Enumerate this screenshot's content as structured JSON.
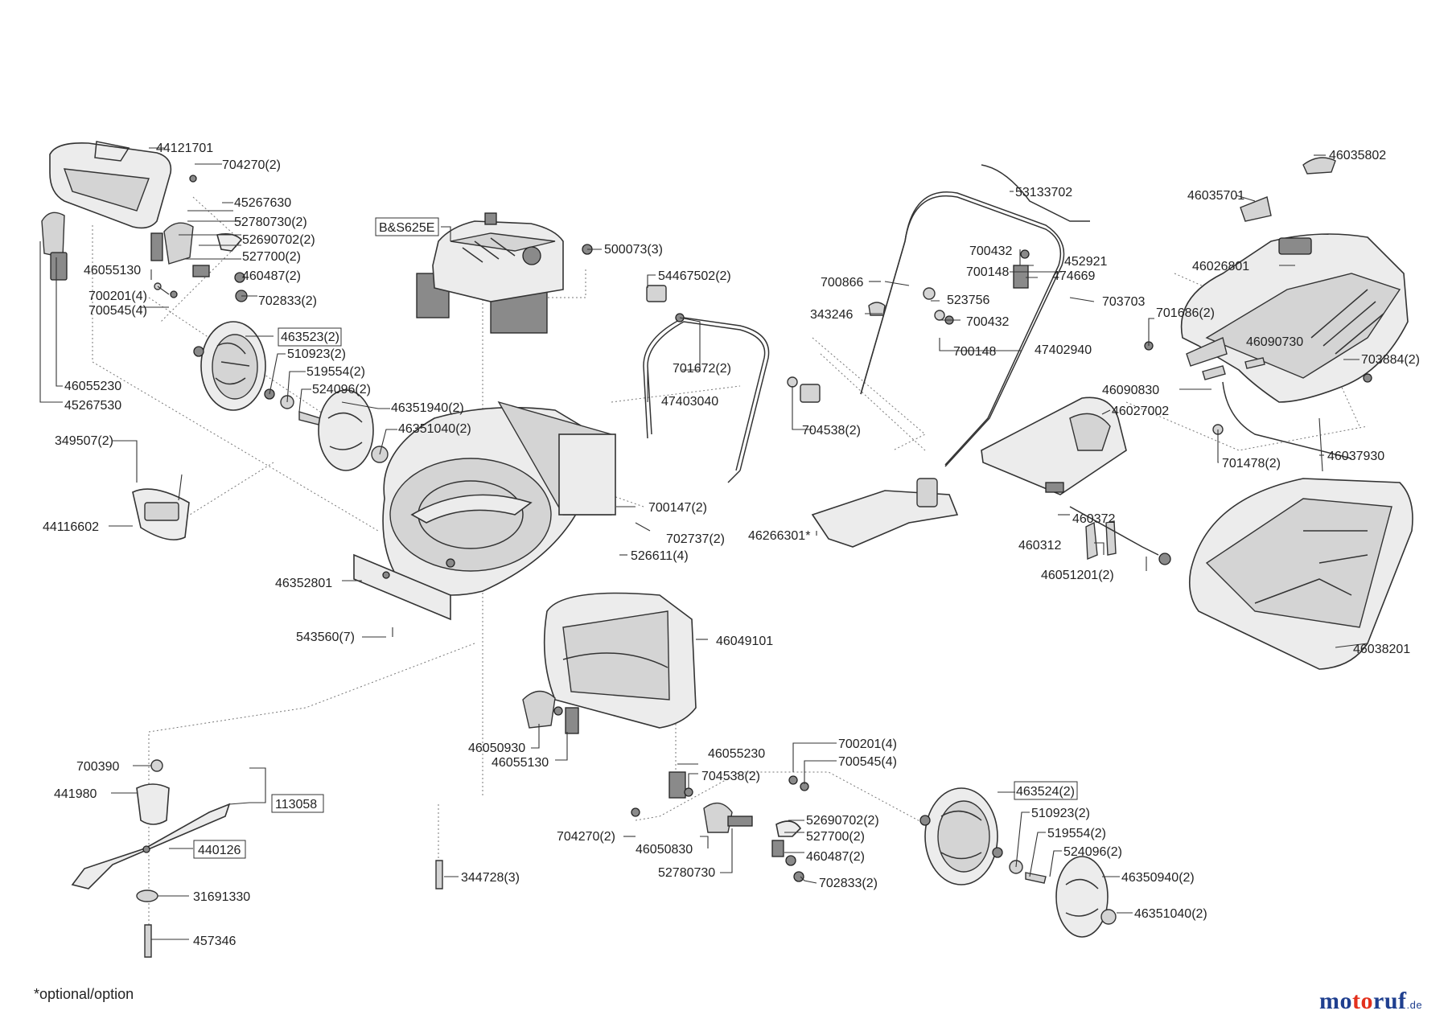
{
  "footnote": "*optional/option",
  "logo": {
    "text": "motoruf",
    "suffix": ".de",
    "colors": {
      "mo": "#1f3f8f",
      "to": "#e3301c",
      "ruf": "#1f3f8f"
    }
  },
  "parts": {
    "p44121701": "44121701",
    "p704270_2_a": "704270(2)",
    "p45267630": "45267630",
    "p52780730_2": "52780730(2)",
    "p52690702_2_a": "52690702(2)",
    "p527700_2_a": "527700(2)",
    "p460487_2_a": "460487(2)",
    "p46055130_a": "46055130",
    "p700201_4_a": "700201(4)",
    "p700545_4_a": "700545(4)",
    "p702833_2_a": "702833(2)",
    "p463523_2": "463523(2)",
    "p510923_2_a": "510923(2)",
    "p519554_2_a": "519554(2)",
    "p524096_2_a": "524096(2)",
    "p46351940_2": "46351940(2)",
    "p46351040_2_a": "46351040(2)",
    "p46055230_a": "46055230",
    "p45267530": "45267530",
    "p349507_2": "349507(2)",
    "p44116602": "44116602",
    "pBS625E": "B&S625E",
    "p500073_3": "500073(3)",
    "p54467502_2": "54467502(2)",
    "p701672_2": "701672(2)",
    "p47403040": "47403040",
    "p704538_2_a": "704538(2)",
    "p53133702": "53133702",
    "p700432_a": "700432",
    "p452921": "452921",
    "p700148_a": "700148",
    "p474669": "474669",
    "p700866": "700866",
    "p523756": "523756",
    "p703703": "703703",
    "p343246": "343246",
    "p700432_b": "700432",
    "p700148_b": "700148",
    "p47402940": "47402940",
    "p46035802": "46035802",
    "p46035701": "46035701",
    "p46026801": "46026801",
    "p701686_2": "701686(2)",
    "p46090730": "46090730",
    "p703884_2": "703884(2)",
    "p46090830": "46090830",
    "p46027002": "46027002",
    "p701478_2": "701478(2)",
    "p46037930": "46037930",
    "p700147_2": "700147(2)",
    "p702737_2": "702737(2)",
    "p46266301": "46266301*",
    "p460372": "460372",
    "p460312": "460312",
    "p46051201_2": "46051201(2)",
    "p526611_4": "526611(4)",
    "p46352801": "46352801",
    "p543560_7": "543560(7)",
    "p46049101": "46049101",
    "p46038201": "46038201",
    "p46050930": "46050930",
    "p46055130_b": "46055130",
    "p700390": "700390",
    "p441980": "441980",
    "p113058": "113058",
    "p440126": "440126",
    "p31691330": "31691330",
    "p457346": "457346",
    "p344728_3": "344728(3)",
    "p46055230_b": "46055230",
    "p704538_2_b": "704538(2)",
    "p700201_4_b": "700201(4)",
    "p700545_4_b": "700545(4)",
    "p463524_2": "463524(2)",
    "p510923_2_b": "510923(2)",
    "p519554_2_b": "519554(2)",
    "p524096_2_b": "524096(2)",
    "p46350940_2": "46350940(2)",
    "p46351040_2_b": "46351040(2)",
    "p704270_2_b": "704270(2)",
    "p46050830": "46050830",
    "p52690702_2_b": "52690702(2)",
    "p527700_2_b": "527700(2)",
    "p460487_2_b": "460487(2)",
    "p52780730": "52780730",
    "p702833_2_b": "702833(2)"
  }
}
